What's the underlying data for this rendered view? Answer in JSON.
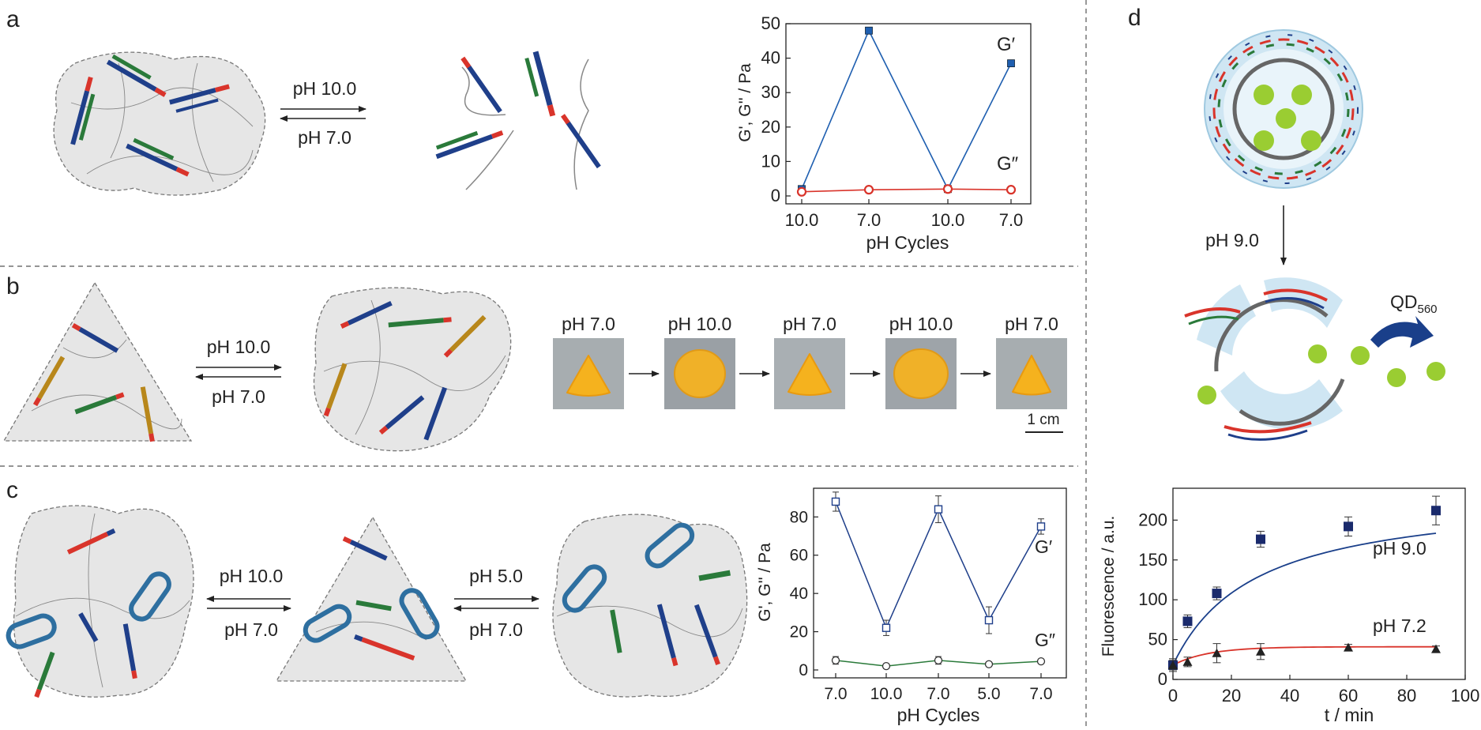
{
  "panels": {
    "a": {
      "letter": "a",
      "forward": "pH 10.0",
      "backward": "pH 7.0"
    },
    "b": {
      "letter": "b",
      "forward": "pH 10.0",
      "backward": "pH 7.0",
      "photo_labels": [
        "pH 7.0",
        "pH 10.0",
        "pH 7.0",
        "pH 10.0",
        "pH 7.0"
      ],
      "scale_bar": "1 cm"
    },
    "c": {
      "letter": "c",
      "left_forward": "pH 10.0",
      "left_backward": "pH 7.0",
      "right_forward": "pH 5.0",
      "right_backward": "pH 7.0"
    },
    "d": {
      "letter": "d",
      "trigger": "pH 9.0",
      "release_label": "QD",
      "release_sub": "560"
    }
  },
  "colors": {
    "blue": "#1f3f8a",
    "red": "#d9342b",
    "green": "#2a7a3a",
    "navy": "#1a2a6c",
    "gold": "#b8871b",
    "teal": "#2e6fa0",
    "gel": "#e6e6e6",
    "qd": "#9acd32"
  },
  "chart_data": [
    {
      "type": "line",
      "id": "a",
      "xlabel": "pH Cycles",
      "ylabel": "G', G'' / Pa",
      "categories": [
        "10.0",
        "7.0",
        "10.0",
        "7.0"
      ],
      "ylim": [
        0,
        50
      ],
      "yticks": [
        0,
        10,
        20,
        30,
        40,
        50
      ],
      "grid": false,
      "series": [
        {
          "name": "G′",
          "values": [
            2,
            48,
            2,
            38.5
          ],
          "color": "#1f5fb0",
          "marker": "filled-square"
        },
        {
          "name": "G″",
          "values": [
            1.2,
            1.8,
            2,
            1.8
          ],
          "color": "#d9342b",
          "marker": "circle"
        }
      ]
    },
    {
      "type": "line",
      "id": "c",
      "xlabel": "pH Cycles",
      "ylabel": "G', G'' / Pa",
      "categories": [
        "7.0",
        "10.0",
        "7.0",
        "5.0",
        "7.0"
      ],
      "ylim": [
        0,
        95
      ],
      "yticks": [
        0,
        20,
        40,
        60,
        80
      ],
      "grid": false,
      "series": [
        {
          "name": "G′",
          "values": [
            88,
            22,
            84,
            26,
            75
          ],
          "errors": [
            5,
            4,
            7,
            7,
            4
          ],
          "color": "#1f3f8a",
          "marker": "open-square"
        },
        {
          "name": "G″",
          "values": [
            5,
            2,
            5,
            3,
            4.5
          ],
          "errors": [
            2,
            1,
            2,
            1,
            1
          ],
          "color": "#2a7a3a",
          "marker": "open-circle"
        }
      ]
    },
    {
      "type": "scatter",
      "id": "d",
      "xlabel": "t / min",
      "ylabel": "Fluorescence / a.u.",
      "xlim": [
        0,
        100
      ],
      "ylim": [
        0,
        240
      ],
      "xticks": [
        0,
        20,
        40,
        60,
        80,
        100
      ],
      "yticks": [
        0,
        50,
        100,
        150,
        200
      ],
      "grid": false,
      "series": [
        {
          "name": "pH 9.0",
          "x": [
            0,
            5,
            15,
            30,
            60,
            90
          ],
          "y": [
            18,
            73,
            108,
            176,
            192,
            212
          ],
          "errors": [
            8,
            8,
            8,
            10,
            12,
            18
          ],
          "color": "#1a2a6c",
          "line_color": "#1a3f8a",
          "marker": "filled-square"
        },
        {
          "name": "pH 7.2",
          "x": [
            0,
            5,
            15,
            30,
            60,
            90
          ],
          "y": [
            18,
            22,
            33,
            35,
            40,
            38
          ],
          "errors": [
            6,
            6,
            12,
            10,
            4,
            4
          ],
          "color": "#222222",
          "line_color": "#d9342b",
          "marker": "filled-triangle"
        }
      ]
    }
  ]
}
